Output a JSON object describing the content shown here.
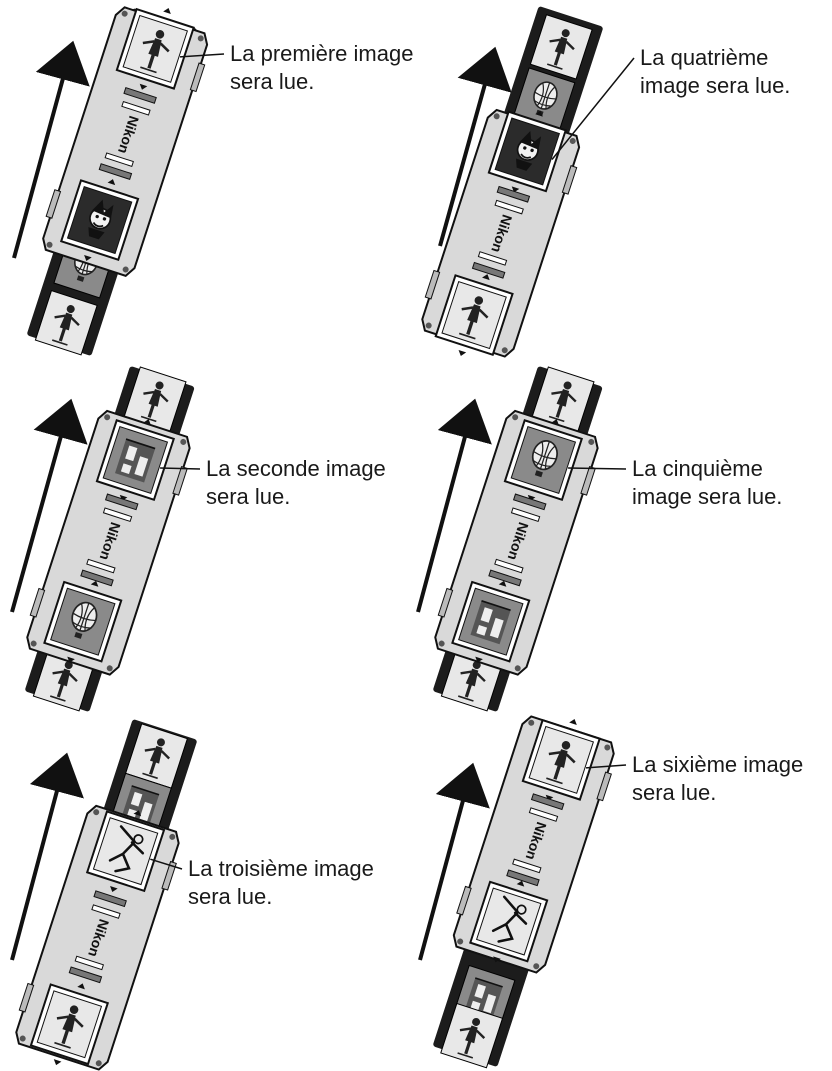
{
  "nikon_label": "Nikon",
  "colors": {
    "strip_dark": "#1c1c1c",
    "holder_metal": "#d9d9d9",
    "holder_edge": "#111111",
    "window_light": "#e8e8e8",
    "window_mid": "#8a8a8a",
    "window_dark": "#2b2b2b",
    "arrow": "#111111",
    "text": "#1a1a1a"
  },
  "panels": [
    {
      "id": "panel-1",
      "caption_line1": "La première image",
      "caption_line2": "sera lue.",
      "frames": [
        "person",
        "balloon",
        "person"
      ],
      "holder_frames": [
        "person",
        "clown"
      ]
    },
    {
      "id": "panel-2",
      "caption_line1": "La quatrième",
      "caption_line2": "image sera lue.",
      "frames": [
        "person",
        "balloon"
      ],
      "holder_frames": [
        "clown",
        "person"
      ]
    },
    {
      "id": "panel-3",
      "caption_line1": "La seconde image",
      "caption_line2": "sera lue.",
      "frames": [
        "person",
        "person"
      ],
      "holder_frames": [
        "building",
        "balloon"
      ]
    },
    {
      "id": "panel-4",
      "caption_line1": "La cinquième",
      "caption_line2": "image sera lue.",
      "frames": [
        "person",
        "person"
      ],
      "holder_frames": [
        "balloon",
        "building"
      ]
    },
    {
      "id": "panel-5",
      "caption_line1": "La troisième image",
      "caption_line2": "sera lue.",
      "frames": [
        "person",
        "building"
      ],
      "holder_frames": [
        "dancer",
        "person"
      ]
    },
    {
      "id": "panel-6",
      "caption_line1": "La sixième image",
      "caption_line2": "sera lue.",
      "frames": [
        "building",
        "person"
      ],
      "holder_frames": [
        "person",
        "dancer"
      ]
    }
  ]
}
